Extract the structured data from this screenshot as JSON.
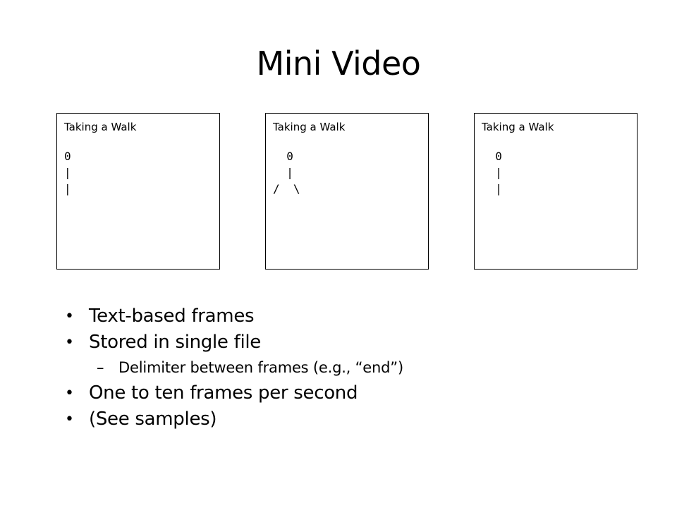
{
  "slide": {
    "title": "Mini Video"
  },
  "frames": [
    {
      "title": "Taking a Walk",
      "art": "0\n|\n|"
    },
    {
      "title": "Taking a Walk",
      "art": "  0\n  |\n/  \\"
    },
    {
      "title": "Taking a Walk",
      "art": "  0\n  |\n  |"
    }
  ],
  "bullets": [
    {
      "marker": "•",
      "text": "Text-based frames"
    },
    {
      "marker": "•",
      "text": "Stored in single file"
    },
    {
      "marker": "–",
      "text": "Delimiter between frames (e.g., “end”)"
    },
    {
      "marker": "•",
      "text": "One to ten frames per second"
    },
    {
      "marker": "•",
      "text": "(See samples)"
    }
  ]
}
